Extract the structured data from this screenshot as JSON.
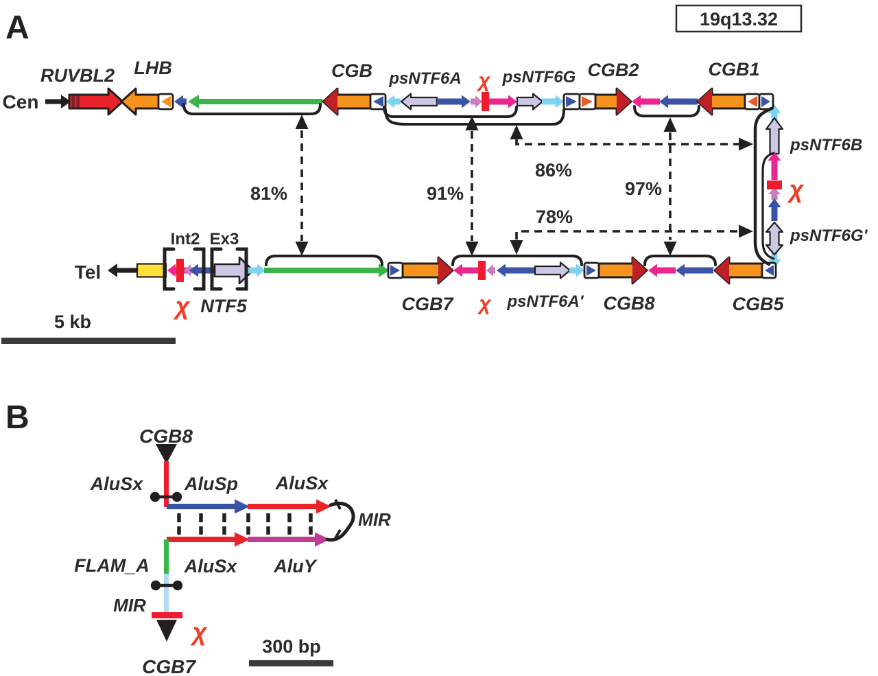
{
  "colors": {
    "orange": "#F6921E",
    "dark_red": "#BE2026",
    "red": "#E8232A",
    "green": "#3BB54A",
    "cyan": "#7ED3F0",
    "blue": "#3A53A5",
    "pink": "#EC268F",
    "orchid": "#C77FBD",
    "lavender": "#CCC7E4",
    "yellow": "#FFE03A",
    "light_blue": "#AFDCF3",
    "purple": "#BE3C96",
    "orangered": "#E95B28",
    "bar_red": "#EE1C2E",
    "chi_red": "#F03D24",
    "black": "#231F20"
  },
  "panel_a": {
    "label": "A",
    "locus": "19q13.32",
    "cen": "Cen",
    "tel": "Tel",
    "genes": {
      "ruvbl2": "RUVBL2",
      "lhb": "LHB",
      "cgb": "CGB",
      "psntf6a": "psNTF6A",
      "psntf6g": "psNTF6G",
      "cgb2": "CGB2",
      "cgb1": "CGB1",
      "psntf6b": "psNTF6B",
      "psntf6g_prime": "psNTF6G'",
      "ntf5": "NTF5",
      "cgb7": "CGB7",
      "psntf6a_prime": "psNTF6A'",
      "cgb8": "CGB8",
      "cgb5": "CGB5"
    },
    "features": {
      "int2": "Int2",
      "ex3": "Ex3",
      "chi": "χ"
    },
    "identities": {
      "lhb_cgb": "81%",
      "psntf6a": "91%",
      "psntf6b": "86%",
      "cgb2_cgb1": "97%",
      "psntf6g": "78%"
    },
    "scale_bar": "5 kb"
  },
  "panel_b": {
    "label": "B",
    "top_gene": "CGB8",
    "bottom_gene": "CGB7",
    "chi": "χ",
    "repeats": {
      "alusx_upstream": "AluSx",
      "alusp": "AluSp",
      "alusx_top": "AluSx",
      "mir_right": "MIR",
      "flam_a": "FLAM_A",
      "alusx_bottom": "AluSx",
      "aluy": "AluY",
      "mir_left": "MIR"
    },
    "scale_bar": "300 bp"
  }
}
